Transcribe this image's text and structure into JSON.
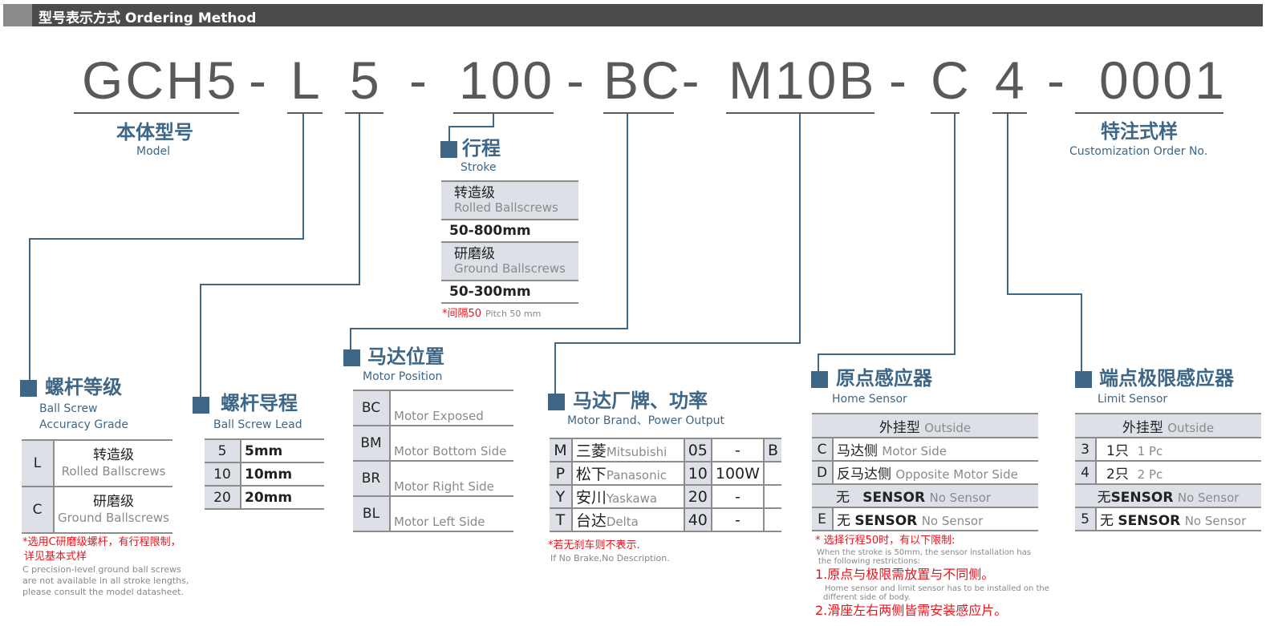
{
  "header": {
    "title": "型号表示方式 Ordering Method"
  },
  "code": {
    "gch5": "GCH5",
    "l": "L",
    "five": "5",
    "stroke": "100",
    "bc": "BC",
    "m10b": "M10B",
    "c": "C",
    "four": "4",
    "order": "0001",
    "dash": "-",
    "dashc": "BC-"
  },
  "model": {
    "cn": "本体型号",
    "en": "Model"
  },
  "custom": {
    "cn": "特注式样",
    "en": "Customization Order No."
  },
  "stroke": {
    "cn": "行程",
    "en": "Stroke",
    "rows": [
      {
        "cn": "转造级",
        "en": "Rolled Ballscrews",
        "range": "50-800mm"
      },
      {
        "cn": "研磨级",
        "en": "Ground Ballscrews",
        "range": "50-300mm"
      }
    ],
    "note_cn": "*间隔50",
    "note_en": "Pitch 50 mm"
  },
  "grade": {
    "cn": "螺杆等级",
    "en1": "Ball Screw",
    "en2": "Accuracy Grade",
    "rows": [
      {
        "k": "L",
        "cn": "转造级",
        "en": "Rolled Ballscrews"
      },
      {
        "k": "C",
        "cn": "研磨级",
        "en": "Ground Ballscrews"
      }
    ],
    "note_cn1": "*选用C研磨级螺杆，有行程限制，",
    "note_cn2": "详见基本式样",
    "note_en1": "C precision-level ground ball screws",
    "note_en2": "are not available in all stroke lengths,",
    "note_en3": "please consult the model datasheet."
  },
  "lead": {
    "cn": "螺杆导程",
    "en": "Ball Screw Lead",
    "rows": [
      {
        "k": "5",
        "v": "5mm"
      },
      {
        "k": "10",
        "v": "10mm"
      },
      {
        "k": "20",
        "v": "20mm"
      }
    ]
  },
  "position": {
    "cn": "马达位置",
    "en": "Motor Position",
    "rows": [
      {
        "k": "BC",
        "v": "Motor Exposed"
      },
      {
        "k": "BM",
        "v": "Motor Bottom Side"
      },
      {
        "k": "BR",
        "v": "Motor Right Side"
      },
      {
        "k": "BL",
        "v": "Motor Left Side"
      }
    ]
  },
  "brand": {
    "cn": "马达厂牌、功率",
    "en": "Motor Brand、Power Output",
    "rows": [
      {
        "k": "M",
        "cn": "三菱",
        "en": "Mitsubishi",
        "p": "05",
        "w": "-"
      },
      {
        "k": "P",
        "cn": "松下",
        "en": "Panasonic",
        "p": "10",
        "w": "100W"
      },
      {
        "k": "Y",
        "cn": "安川",
        "en": "Yaskawa",
        "p": "20",
        "w": "-"
      },
      {
        "k": "T",
        "cn": "台达",
        "en": "Delta",
        "p": "40",
        "w": "-"
      }
    ],
    "brake": "B",
    "note_cn": "*若无刹车则不表示.",
    "note_en": "If No Brake,No Description."
  },
  "home": {
    "cn": "原点感应器",
    "en": "Home Sensor",
    "outside": "外挂型",
    "outside_en": "Outside",
    "rows": [
      {
        "k": "C",
        "cn": "马达侧",
        "en": "Motor Side"
      },
      {
        "k": "D",
        "cn": "反马达侧",
        "en": "Opposite Motor Side"
      }
    ],
    "none_cn": "无",
    "sensor": "SENSOR",
    "none_en": "No Sensor",
    "e": "E",
    "note_cn": "* 选择行程50时，有以下限制:",
    "note_en1": "When the stroke is 50mm, the sensor installation has",
    "note_en2": "the following restrictions:",
    "r1": "1.原点与极限需放置与不同侧。",
    "r1_en1": "Home sensor and limit sensor has to be installed on the",
    "r1_en2": "different side of body.",
    "r2": "2.滑座左右两侧皆需安装感应片。"
  },
  "limit": {
    "cn": "端点极限感应器",
    "en": "Limit Sensor",
    "outside": "外挂型",
    "outside_en": "Outside",
    "rows": [
      {
        "k": "3",
        "cn": "1只",
        "en": "1 Pc"
      },
      {
        "k": "4",
        "cn": "2只",
        "en": "2 Pc"
      }
    ],
    "none_cn": "无",
    "sensor": "SENSOR",
    "none_en": "No Sensor",
    "five": "5"
  },
  "colors": {
    "accent": "#3e6686",
    "header": "#4b4b4d",
    "red": "#e8141c"
  }
}
